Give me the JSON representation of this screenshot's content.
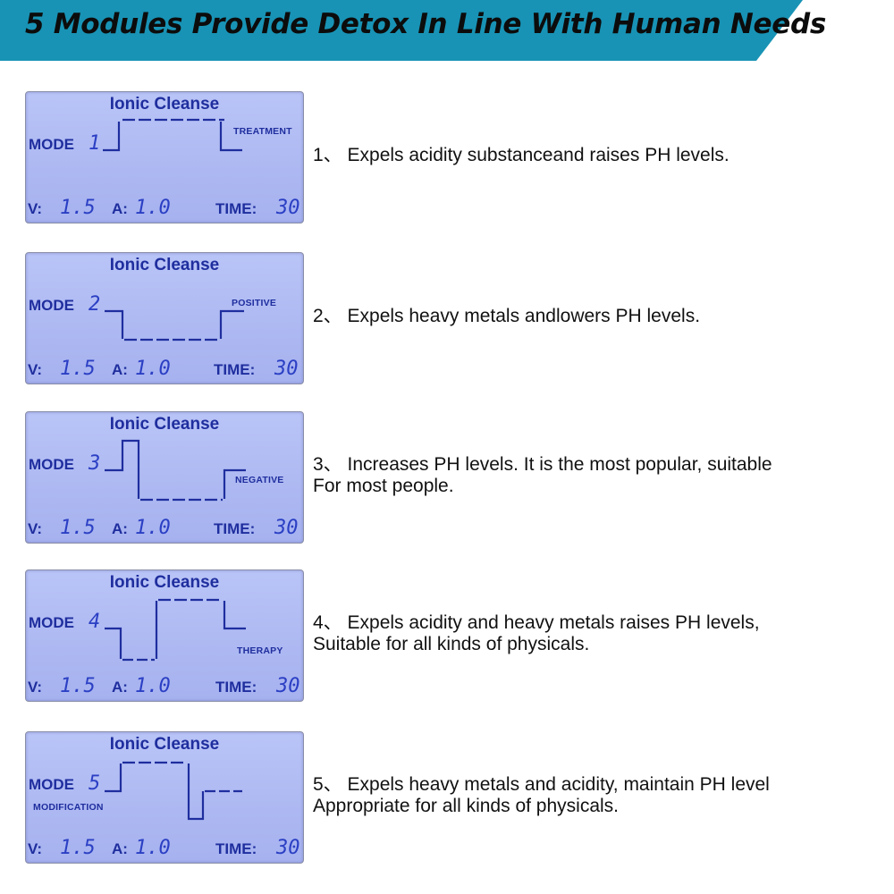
{
  "header": {
    "title": "5 Modules Provide Detox In Line With Human Needs",
    "banner_color": "#1893b5"
  },
  "panels": [
    {
      "title": "Ionic Cleanse",
      "mode_label": "MODE",
      "mode_number": "1",
      "tag": "TREATMENT",
      "v_label": "V:",
      "v_value": "1.5",
      "a_label": "A:",
      "a_value": "1.0",
      "time_label": "TIME:",
      "time_value": "30",
      "description": [
        "1、 Expels acidity substanceand raises PH levels."
      ]
    },
    {
      "title": "Ionic Cleanse",
      "mode_label": "MODE",
      "mode_number": "2",
      "tag": "POSITIVE",
      "v_label": "V:",
      "v_value": "1.5",
      "a_label": "A:",
      "a_value": "1.0",
      "time_label": "TIME:",
      "time_value": "30",
      "description": [
        "2、 Expels heavy metals andlowers PH levels."
      ]
    },
    {
      "title": "Ionic Cleanse",
      "mode_label": "MODE",
      "mode_number": "3",
      "tag": "NEGATIVE",
      "v_label": "V:",
      "v_value": "1.5",
      "a_label": "A:",
      "a_value": "1.0",
      "time_label": "TIME:",
      "time_value": "30",
      "description": [
        "3、 Increases PH levels. It is the most popular, suitable",
        "For most people."
      ]
    },
    {
      "title": "Ionic Cleanse",
      "mode_label": "MODE",
      "mode_number": "4",
      "tag": "THERAPY",
      "v_label": "V:",
      "v_value": "1.5",
      "a_label": "A:",
      "a_value": "1.0",
      "time_label": "TIME:",
      "time_value": "30",
      "description": [
        "4、 Expels acidity and heavy metals raises PH levels,",
        "Suitable for all kinds of physicals."
      ]
    },
    {
      "title": "Ionic Cleanse",
      "mode_label": "MODE",
      "mode_number": "5",
      "tag": "MODIFICATION",
      "v_label": "V:",
      "v_value": "1.5",
      "a_label": "A:",
      "a_value": "1.0",
      "time_label": "TIME:",
      "time_value": "30",
      "description": [
        "5、 Expels heavy metals and acidity, maintain PH level",
        "Appropriate for all kinds of physicals."
      ]
    }
  ],
  "colors": {
    "lcd_background": "#b3bef4",
    "lcd_text": "#1f2e9e"
  }
}
